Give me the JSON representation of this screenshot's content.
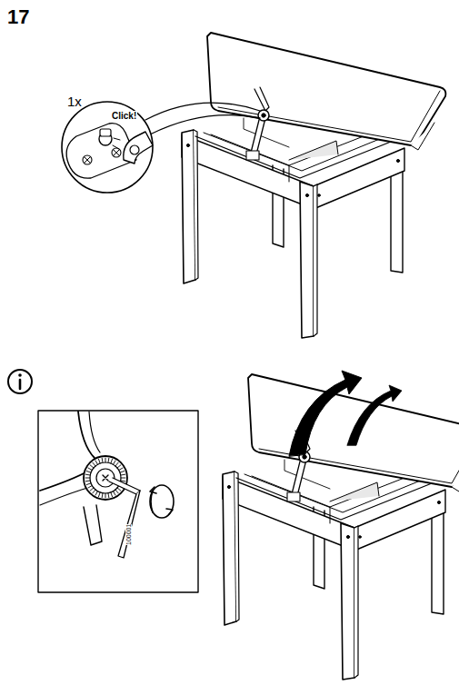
{
  "diagram": {
    "labels": [
      "17",
      "1x",
      "Click!",
      "100001"
    ]
  }
}
